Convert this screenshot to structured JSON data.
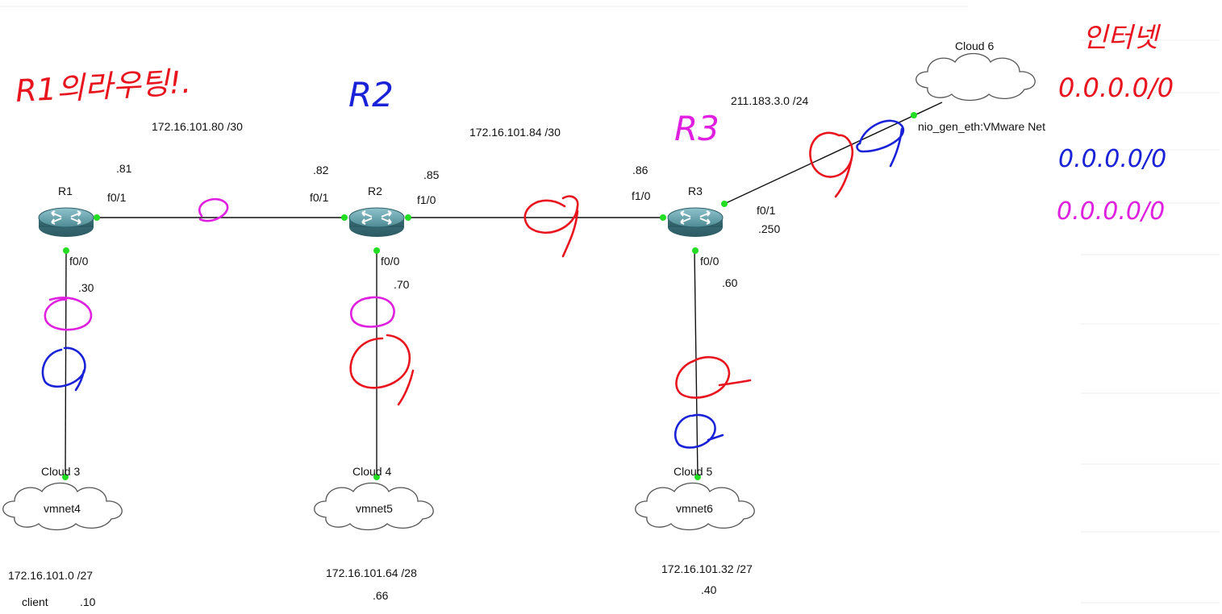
{
  "routers": {
    "r1": {
      "name": "R1"
    },
    "r2": {
      "name": "R2"
    },
    "r3": {
      "name": "R3"
    }
  },
  "clouds": {
    "c3": {
      "name": "Cloud 3",
      "inner": "vmnet4"
    },
    "c4": {
      "name": "Cloud 4",
      "inner": "vmnet5"
    },
    "c5": {
      "name": "Cloud 5",
      "inner": "vmnet6"
    },
    "c6": {
      "name": "Cloud 6",
      "port": "nio_gen_eth:VMware Net"
    }
  },
  "networks": {
    "r1_r2": "172.16.101.80 /30",
    "r2_r3": "172.16.101.84 /30",
    "r3_ext": "211.183.3.0 /24",
    "lan1": "172.16.101.0 /27",
    "lan2": "172.16.101.64 /28",
    "lan3": "172.16.101.32 /27"
  },
  "ports": {
    "r1_f01": "f0/1",
    "r1_f00": "f0/0",
    "r2_f01": "f0/1",
    "r2_f10": "f1/0",
    "r2_f00": "f0/0",
    "r3_f10": "f1/0",
    "r3_f01": "f0/1",
    "r3_f00": "f0/0"
  },
  "hosts": {
    "r1_81": ".81",
    "r1_30": ".30",
    "r2_82": ".82",
    "r2_85": ".85",
    "r2_70": ".70",
    "r3_86": ".86",
    "r3_250": ".250",
    "r3_60": ".60",
    "lan1_client": "client",
    "lan1_10": ".10",
    "lan2_66": ".66",
    "lan3_40": ".40"
  },
  "handwriting": {
    "r1_title": "R1의라우팅!.",
    "r2_title": "R2",
    "r3_title": "R3",
    "legend_title": "인터넷",
    "legend_red": "0.0.0.0/0",
    "legend_blue": "0.0.0.0/0",
    "legend_magenta": "0.0.0.0/0"
  },
  "colors": {
    "red": "#e8141e",
    "blue": "#1a22d8",
    "magenta": "#e020e0",
    "router": "#4e8a94",
    "port": "#22dd22"
  }
}
